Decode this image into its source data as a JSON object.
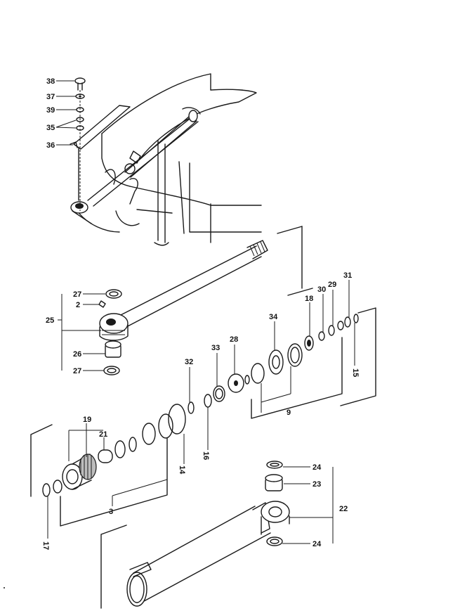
{
  "callouts": {
    "n38": "38",
    "n37": "37",
    "n39": "39",
    "n35": "35",
    "n36": "36",
    "n27a": "27",
    "n2": "2",
    "n25": "25",
    "n26": "26",
    "n27b": "27",
    "n34": "34",
    "n18": "18",
    "n30": "30",
    "n29": "29",
    "n31": "31",
    "n15": "15",
    "n33": "33",
    "n28": "28",
    "n32": "32",
    "n9": "9",
    "n19": "19",
    "n21": "21",
    "n14": "14",
    "n16": "16",
    "n3": "3",
    "n17": "17",
    "n24a": "24",
    "n23": "23",
    "n22": "22",
    "n24b": "24"
  }
}
